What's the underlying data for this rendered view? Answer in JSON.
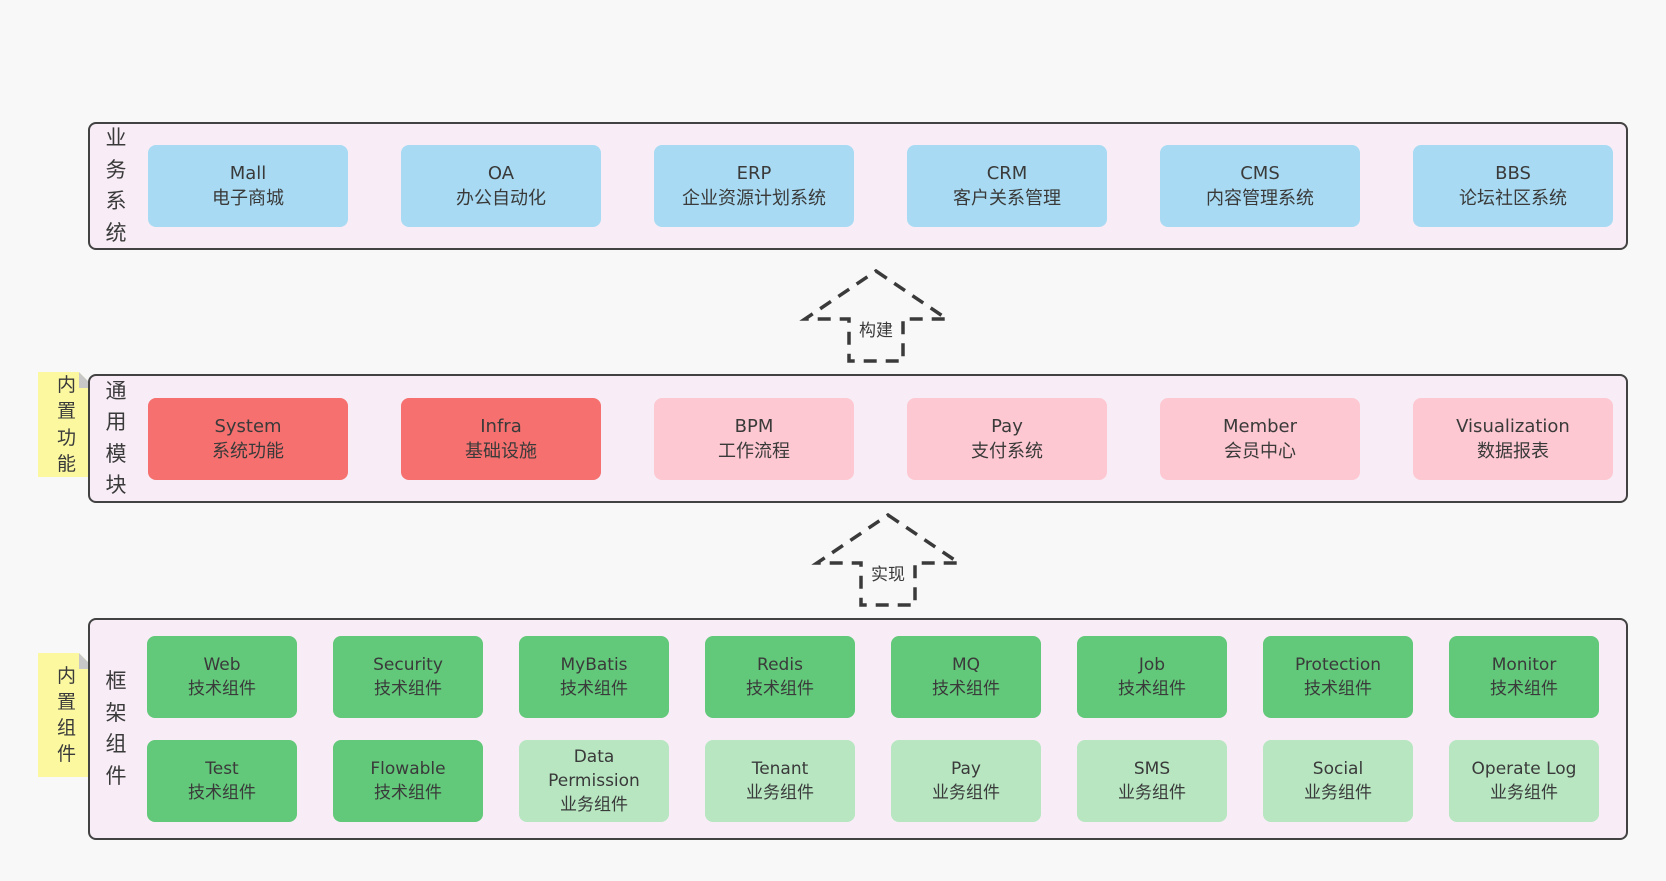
{
  "palette": {
    "page-bg": "#f8f8f8",
    "container-bg": "#f8edf6",
    "container-border": "#424242",
    "blue": "#a8dbf3",
    "red": "#f5706e",
    "pink": "#fdc8d1",
    "green": "#62c87a",
    "light-green": "#b7e6c1",
    "sticky": "#fbf8a0",
    "sticky-fold": "#c8c8c8",
    "text": "#3a3a3a",
    "arrow": "#3a3a3a"
  },
  "layers": {
    "business": {
      "label": "业务系统",
      "boxes": [
        {
          "name": "Mall",
          "subtitle": "电子商城"
        },
        {
          "name": "OA",
          "subtitle": "办公自动化"
        },
        {
          "name": "ERP",
          "subtitle": "企业资源计划系统"
        },
        {
          "name": "CRM",
          "subtitle": "客户关系管理"
        },
        {
          "name": "CMS",
          "subtitle": "内容管理系统"
        },
        {
          "name": "BBS",
          "subtitle": "论坛社区系统"
        }
      ]
    },
    "modules": {
      "label": "通用模块",
      "note": "内置功能",
      "boxes": [
        {
          "name": "System",
          "subtitle": "系统功能"
        },
        {
          "name": "Infra",
          "subtitle": "基础设施"
        },
        {
          "name": "BPM",
          "subtitle": "工作流程"
        },
        {
          "name": "Pay",
          "subtitle": "支付系统"
        },
        {
          "name": "Member",
          "subtitle": "会员中心"
        },
        {
          "name": "Visualization",
          "subtitle": "数据报表"
        }
      ]
    },
    "framework": {
      "label": "框架组件",
      "note": "内置组件",
      "rows": [
        [
          {
            "name": "Web",
            "subtitle": "技术组件"
          },
          {
            "name": "Security",
            "subtitle": "技术组件"
          },
          {
            "name": "MyBatis",
            "subtitle": "技术组件"
          },
          {
            "name": "Redis",
            "subtitle": "技术组件"
          },
          {
            "name": "MQ",
            "subtitle": "技术组件"
          },
          {
            "name": "Job",
            "subtitle": "技术组件"
          },
          {
            "name": "Protection",
            "subtitle": "技术组件"
          },
          {
            "name": "Monitor",
            "subtitle": "技术组件"
          }
        ],
        [
          {
            "name": "Test",
            "subtitle": "技术组件"
          },
          {
            "name": "Flowable",
            "subtitle": "技术组件"
          },
          {
            "name": "Data Permission",
            "subtitle": "业务组件"
          },
          {
            "name": "Tenant",
            "subtitle": "业务组件"
          },
          {
            "name": "Pay",
            "subtitle": "业务组件"
          },
          {
            "name": "SMS",
            "subtitle": "业务组件"
          },
          {
            "name": "Social",
            "subtitle": "业务组件"
          },
          {
            "name": "Operate Log",
            "subtitle": "业务组件"
          }
        ]
      ]
    }
  },
  "arrows": [
    {
      "label": "构建"
    },
    {
      "label": "实现"
    }
  ]
}
